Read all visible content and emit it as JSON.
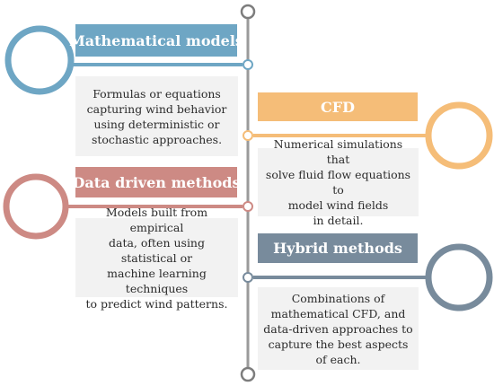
{
  "colors": {
    "timeline": "#9a9a9a",
    "mathematical": "#6ea6c4",
    "cfd": "#f5bd78",
    "data_driven": "#cd8a84",
    "hybrid": "#788b9c"
  },
  "items": [
    {
      "title": "Mathematical models",
      "description": "Formulas or equations\ncapturing wind behavior\nusing deterministic or\nstochastic approaches."
    },
    {
      "title": "CFD",
      "description": "Numerical simulations that\nsolve fluid flow equations to\nmodel wind fields\nin detail."
    },
    {
      "title": "Data driven methods",
      "description": "Models built from empirical\ndata, often using statistical or\nmachine learning techniques\nto predict wind patterns."
    },
    {
      "title": "Hybrid methods",
      "description": "Combinations of\nmathematical CFD, and\ndata-driven approaches to\ncapture the best aspects\nof each."
    }
  ]
}
